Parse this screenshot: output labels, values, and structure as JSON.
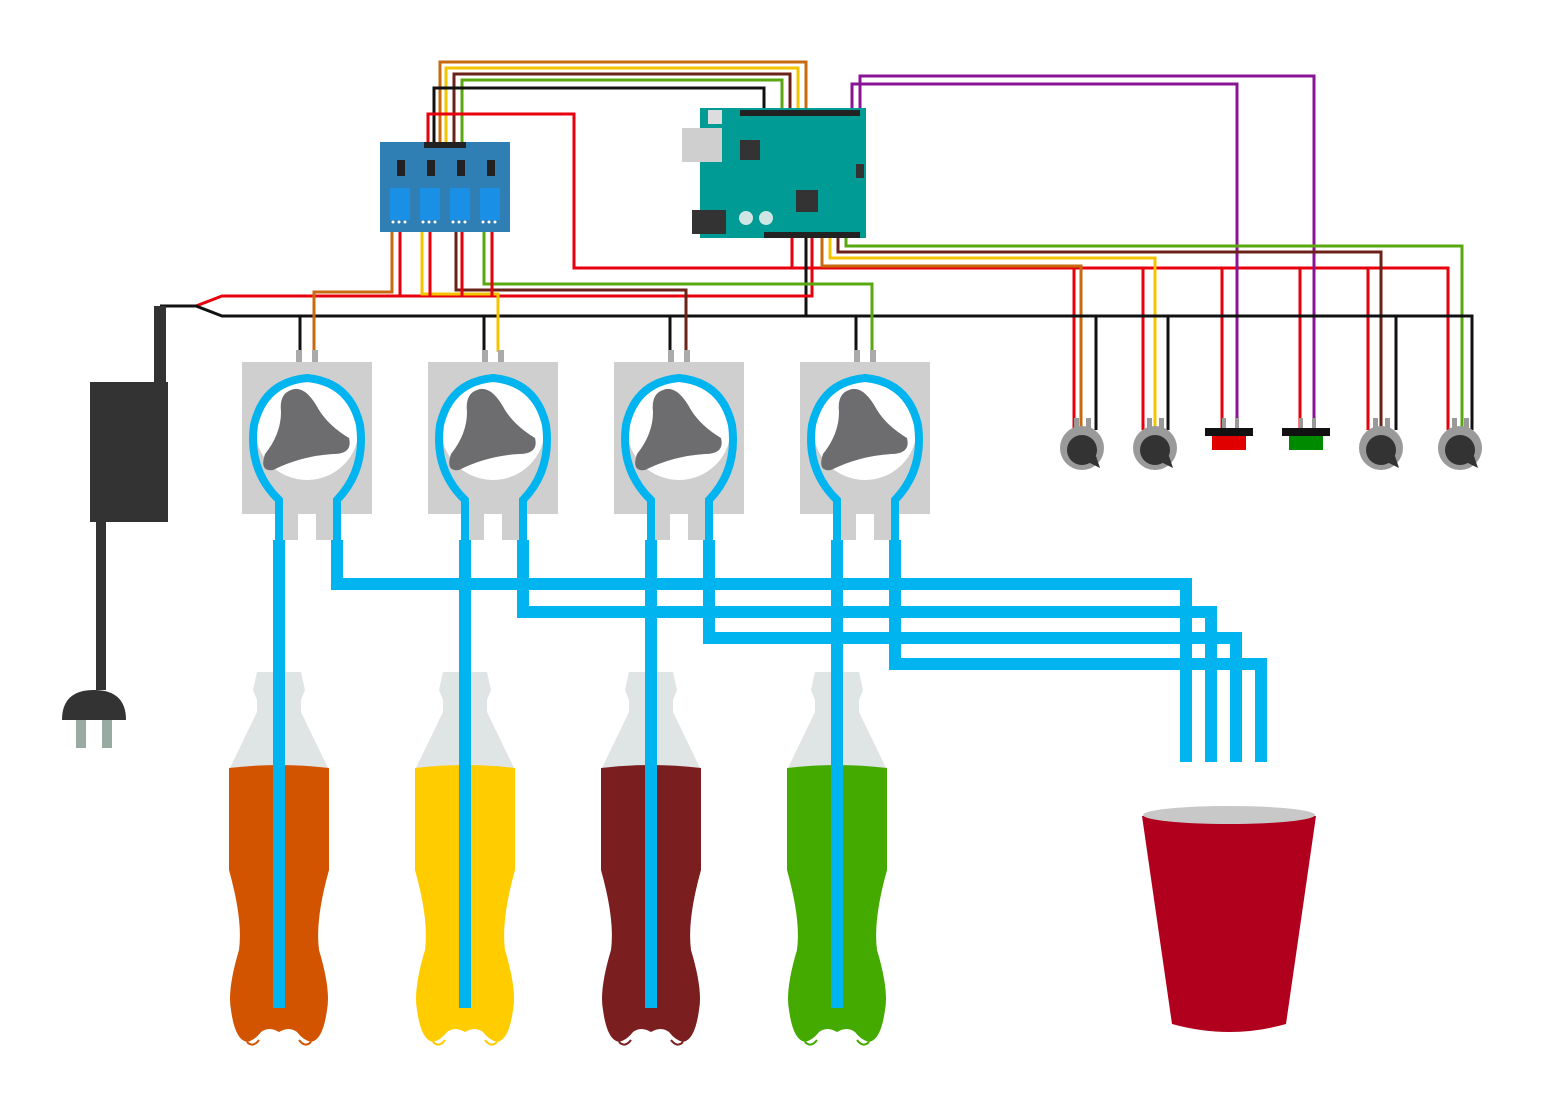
{
  "diagram": {
    "colors": {
      "background": "#ffffff",
      "tube": "#00b4f0",
      "wire_red": "#e8000d",
      "wire_black": "#111111",
      "wire_orange": "#c86a10",
      "wire_yellow": "#f5c400",
      "wire_brown": "#6b2218",
      "wire_green": "#5aa810",
      "wire_purple": "#8a1496",
      "pump_body": "#cfcfcf",
      "rotor": "#6d6d70",
      "arduino": "#009b94",
      "relay_board": "#2f7fb5",
      "relay": "#1a8fe6",
      "power_adapter": "#333333",
      "plug_pin": "#99aaa0",
      "cup": "#b0001e",
      "cup_rim": "#c8c8c8",
      "bottle_cap": "#dfe4e4"
    },
    "bottles": [
      {
        "name": "bottle-orange",
        "color": "#d35400"
      },
      {
        "name": "bottle-yellow",
        "color": "#ffcc00"
      },
      {
        "name": "bottle-brown",
        "color": "#7a1e20"
      },
      {
        "name": "bottle-green",
        "color": "#44aa00"
      }
    ],
    "controls": [
      {
        "name": "potentiometer-1",
        "kind": "potentiometer"
      },
      {
        "name": "potentiometer-2",
        "kind": "potentiometer"
      },
      {
        "name": "button-red",
        "kind": "push-button",
        "color": "#e00000"
      },
      {
        "name": "button-green",
        "kind": "push-button",
        "color": "#008a00"
      },
      {
        "name": "potentiometer-3",
        "kind": "potentiometer"
      },
      {
        "name": "potentiometer-4",
        "kind": "potentiometer"
      }
    ]
  }
}
